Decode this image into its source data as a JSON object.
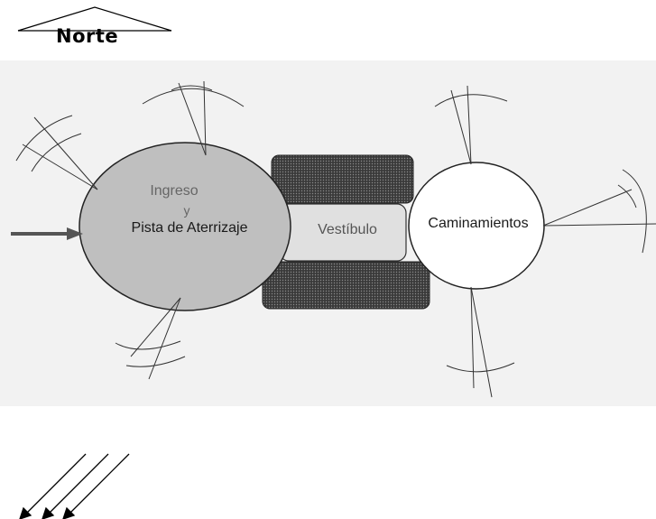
{
  "compass": {
    "label": "Norte"
  },
  "nodes": {
    "ingreso": {
      "line1": "Ingreso",
      "line2": "y",
      "line3": "Pista de Aterrizaje",
      "fill": "#bfbfbf"
    },
    "vestibulo": {
      "label": "Vestíbulo",
      "fill": "#e0e0e0"
    },
    "caminamientos": {
      "label": "Caminamientos",
      "fill": "#ffffff"
    }
  },
  "colors": {
    "background": "#f2f2f2",
    "stroke": "#333333",
    "hatch": "#4a4a4a",
    "arrow": "#555555"
  },
  "icons": {
    "entry_arrow": "right-arrow-icon",
    "wind_arrows": "wind-arrows-icon"
  }
}
